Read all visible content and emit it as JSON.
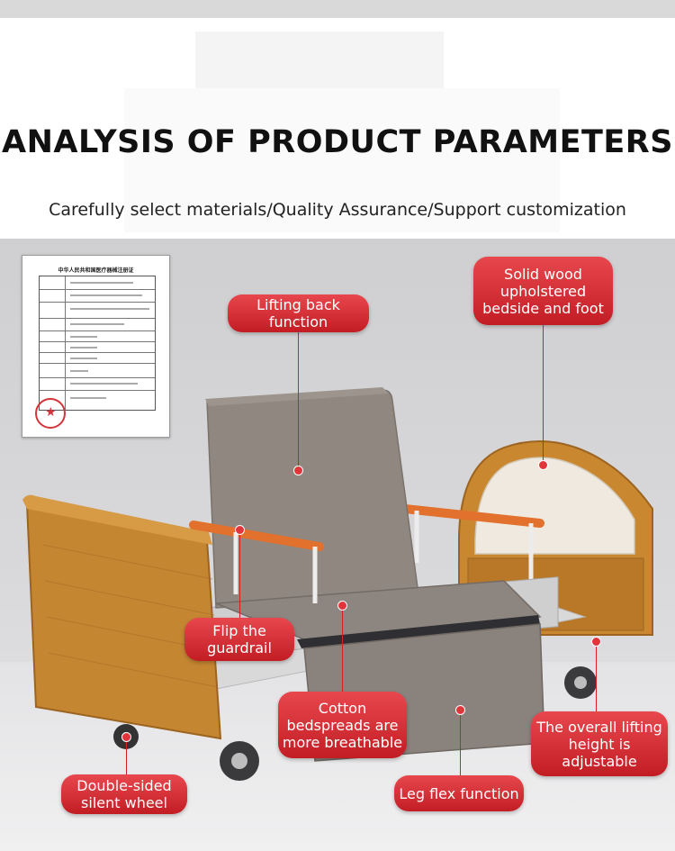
{
  "header": {
    "title": "ANALYSIS OF PRODUCT PARAMETERS",
    "subtitle": "Carefully select materials/Quality Assurance/Support customization"
  },
  "certificate": {
    "title": "中华人民共和国医疗器械注册证"
  },
  "callouts": {
    "lifting_back": "Lifting back function",
    "solid_wood": "Solid wood upholstered bedside and foot",
    "flip_guardrail": "Flip the guardrail",
    "cotton_bedspreads": "Cotton bedspreads are more breathable",
    "overall_lifting": "The overall lifting height is adjustable",
    "double_wheel": "Double-sided silent wheel",
    "leg_flex": "Leg flex function"
  },
  "colors": {
    "accent": "#d31f27",
    "wood": "#c9872f",
    "fabric": "#8f8780",
    "guardrail": "#e1712c"
  }
}
